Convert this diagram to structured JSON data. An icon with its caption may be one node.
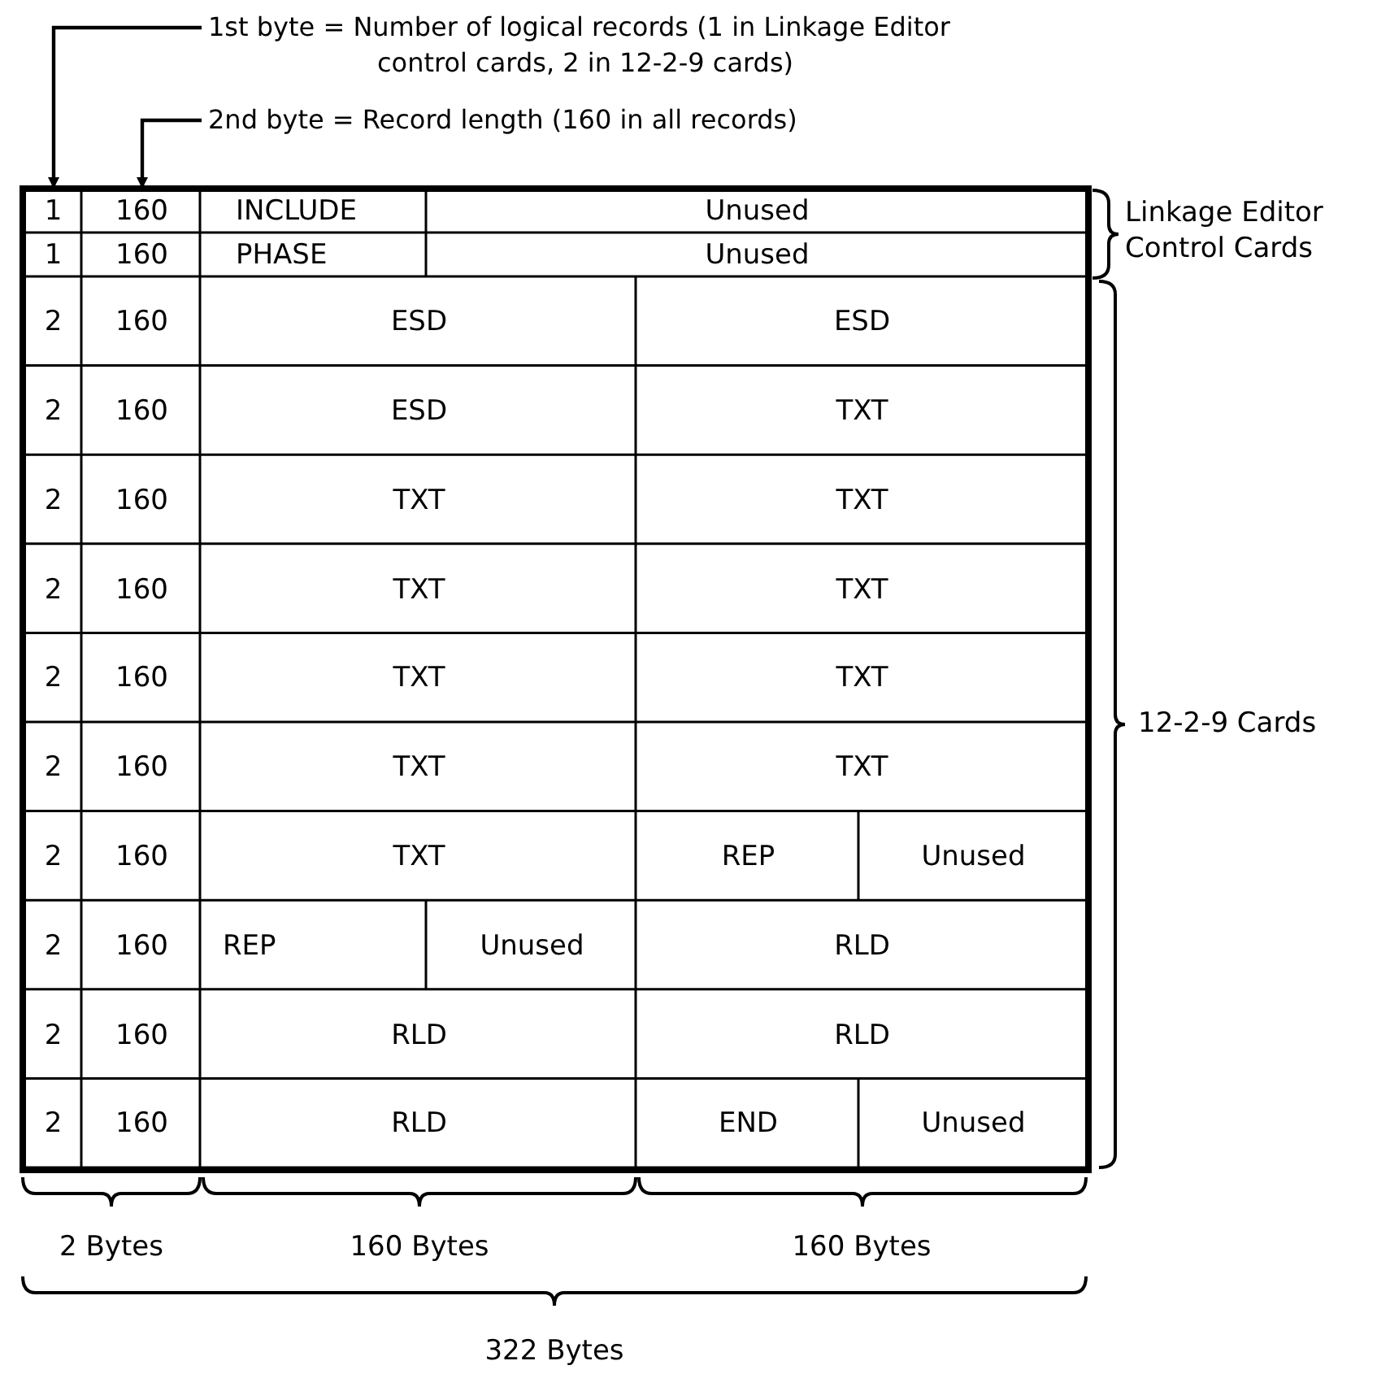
{
  "diagram": {
    "nodes": [
      {
        "text": [
          "1st byte = Number of logical records (1 in Linkage Editor control cards, 2 in 12-2-9 cards)"
        ]
      },
      {
        "text": [
          "2nd byte = Record length (160 in all records)"
        ]
      },
      {
        "text": [
          "1"
        ]
      },
      {
        "text": [
          "160"
        ]
      }
    ],
    "edges": [
      {
        "from": 0,
        "to": 2,
        "arrow": "to"
      },
      {
        "from": 1,
        "to": 3,
        "arrow": "to"
      }
    ],
    "labels": [
      "INCLUDE",
      "Unused",
      "1",
      "160",
      "PHASE",
      "Unused",
      "2",
      "160",
      "ESD",
      "ESD",
      "2",
      "160",
      "ESD",
      "TXT",
      "2",
      "160",
      "TXT",
      "TXT",
      "2",
      "160",
      "TXT",
      "TXT",
      "2",
      "160",
      "TXT",
      "TXT",
      "2",
      "160",
      "TXT",
      "TXT",
      "2",
      "160",
      "TXT",
      "REP",
      "Unused",
      "2",
      "160",
      "REP",
      "Unused",
      "RLD",
      "2",
      "160",
      "RLD",
      "RLD",
      "2",
      "160",
      "RLD",
      "END",
      "Unused",
      "Linkage Editor Control Cards",
      "12-2-9 Cards",
      "2 Bytes",
      "160 Bytes",
      "160 Bytes",
      "322 Bytes"
    ]
  }
}
